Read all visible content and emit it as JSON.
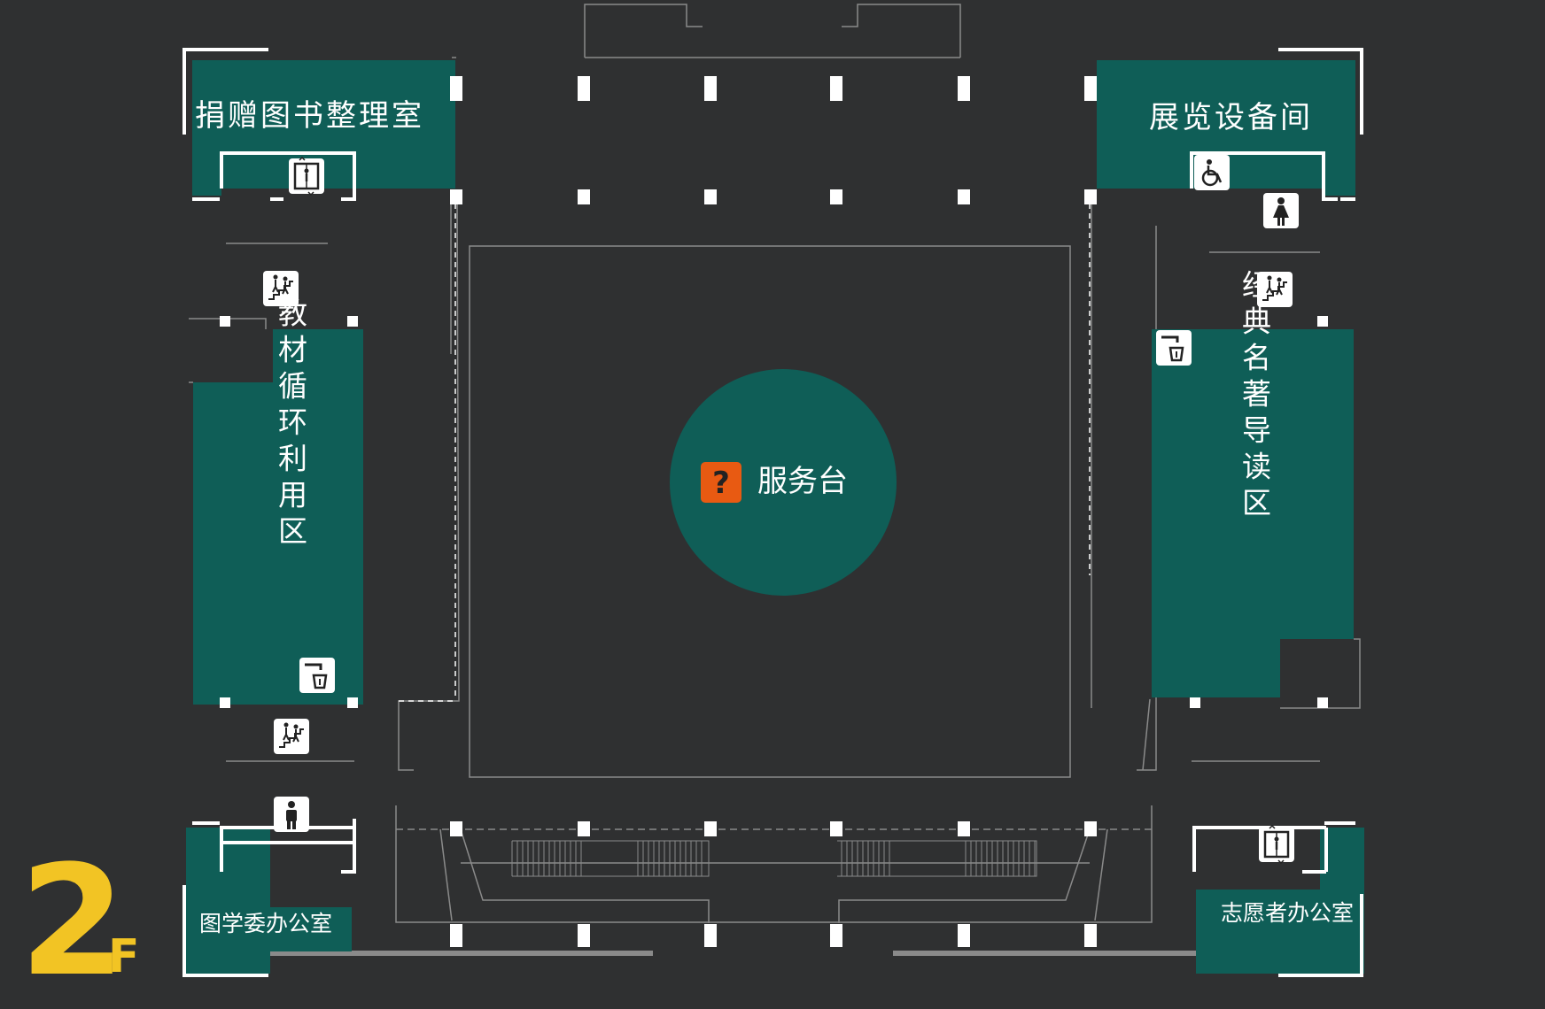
{
  "floor": {
    "number": "2",
    "suffix": "F"
  },
  "colors": {
    "background": "#2f3031",
    "room_fill": "#0f5e57",
    "wall": "#ffffff",
    "line": "#8a8a8a",
    "floor_accent": "#f2c424",
    "help_icon": "#e85a12"
  },
  "rooms": {
    "donated_books": "捐赠图书整理室",
    "exhibition_equipment": "展览设备间",
    "textbook_recycling": "教材循环利用区",
    "classic_reading": "经典名著导读区",
    "library_committee_office": "图学委办公室",
    "volunteer_office": "志愿者办公室"
  },
  "service_desk": {
    "label": "服务台",
    "icon": "question-mark-icon"
  },
  "facilities": [
    {
      "id": "elevator-nw",
      "icon": "elevator-icon"
    },
    {
      "id": "stairs-nw",
      "icon": "stairs-icon"
    },
    {
      "id": "water-w",
      "icon": "water-dispenser-icon"
    },
    {
      "id": "stairs-sw",
      "icon": "stairs-icon"
    },
    {
      "id": "restroom-male",
      "icon": "male-restroom-icon"
    },
    {
      "id": "accessible-ne",
      "icon": "wheelchair-icon"
    },
    {
      "id": "restroom-female",
      "icon": "female-restroom-icon"
    },
    {
      "id": "stairs-ne",
      "icon": "stairs-icon"
    },
    {
      "id": "water-e",
      "icon": "water-dispenser-icon"
    },
    {
      "id": "elevator-se",
      "icon": "elevator-icon"
    }
  ]
}
